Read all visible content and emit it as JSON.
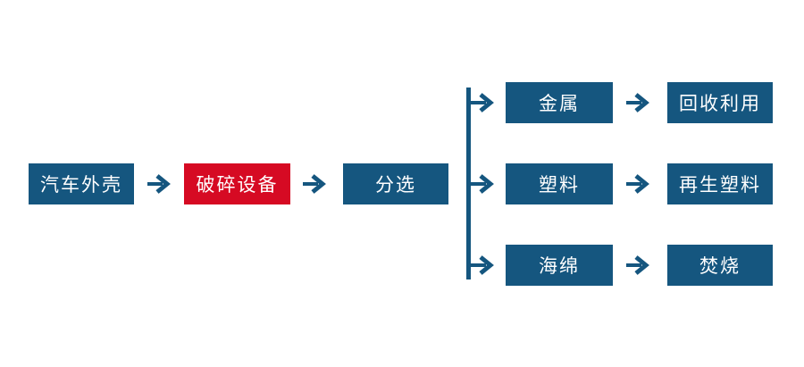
{
  "diagram": {
    "type": "flowchart",
    "description": "Automobile shell recycling process flow",
    "colors": {
      "node_blue": "#15567F",
      "node_highlight_red": "#D60A23",
      "node_text": "#FFFFFF",
      "connector": "#15567F",
      "background": "#FFFFFF"
    },
    "main_chain": [
      {
        "label": "汽车外壳",
        "style": "blue"
      },
      {
        "label": "破碎设备",
        "style": "red"
      },
      {
        "label": "分选",
        "style": "blue"
      }
    ],
    "branches": [
      {
        "source": "金属",
        "target": "回收利用"
      },
      {
        "source": "塑料",
        "target": "再生塑料"
      },
      {
        "source": "海绵",
        "target": "焚烧"
      }
    ],
    "arrow_glyph": "→"
  }
}
